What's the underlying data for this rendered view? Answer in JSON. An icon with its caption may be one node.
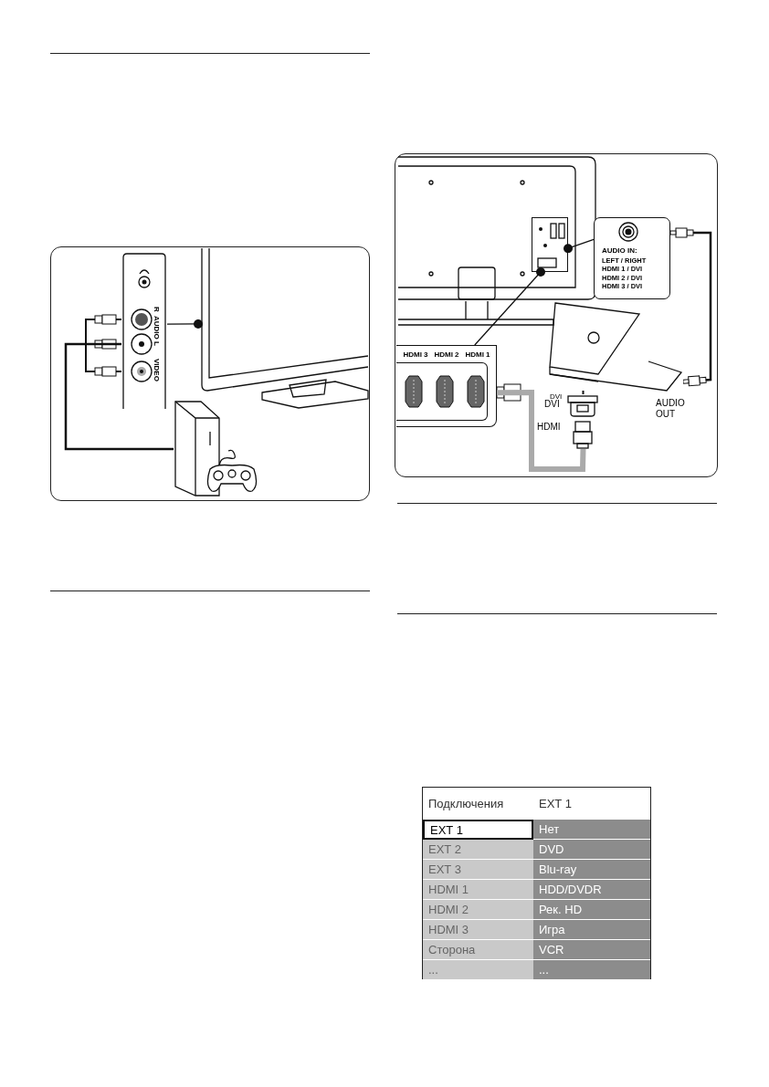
{
  "diagram": {
    "nodes": [
      {
        "text": [],
        "shape": "picture"
      },
      {
        "text": [],
        "shape": "picture"
      },
      {
        "text": [],
        "shape": "picture"
      },
      {
        "text": [],
        "shape": "picture"
      },
      {
        "text": [],
        "shape": "box",
        "in": 3
      },
      {
        "text": [
          "AUDIO IN:",
          "LEFT / RIGHT HDMI 1 / DVI HDMI 2 / DVI HDMI 3 / DVI"
        ]
      },
      {
        "text": [
          "HDMI 3",
          "HDMI 2",
          "HDMI 1"
        ]
      },
      {
        "text": [],
        "shape": "picture",
        "beside": [
          "DVI",
          "AUDIO OUT"
        ]
      },
      {
        "text": [],
        "shape": "picture",
        "beside": [
          "DVI",
          "HDMI"
        ]
      }
    ],
    "edges": [
      {
        "from": 0,
        "to": 1,
        "arrow": "other"
      },
      {
        "from": 2,
        "to": 0,
        "arrow": "none"
      },
      {
        "from": 5,
        "to": 4,
        "arrow": "other"
      },
      {
        "from": 6,
        "to": 4,
        "arrow": "other"
      },
      {
        "from": 6,
        "to": 8,
        "arrow": "none",
        "style": "thick",
        "color": "#aaaaaa"
      },
      {
        "from": 8,
        "to": 7,
        "arrow": "none"
      },
      {
        "from": 7,
        "to": 5,
        "arrow": "other"
      }
    ],
    "labels": [
      "R",
      "AUDIO",
      "L",
      "VIDEO",
      "Подключения",
      "EXT 1",
      "EXT 1",
      "Нет",
      "EXT 2",
      "DVD",
      "EXT 3",
      "Blu-ray",
      "HDMI 1",
      "HDD/DVDR",
      "HDMI 2",
      "Рек. HD",
      "HDMI 3",
      "Игра",
      "Сторона",
      "VCR",
      "...",
      "..."
    ]
  }
}
